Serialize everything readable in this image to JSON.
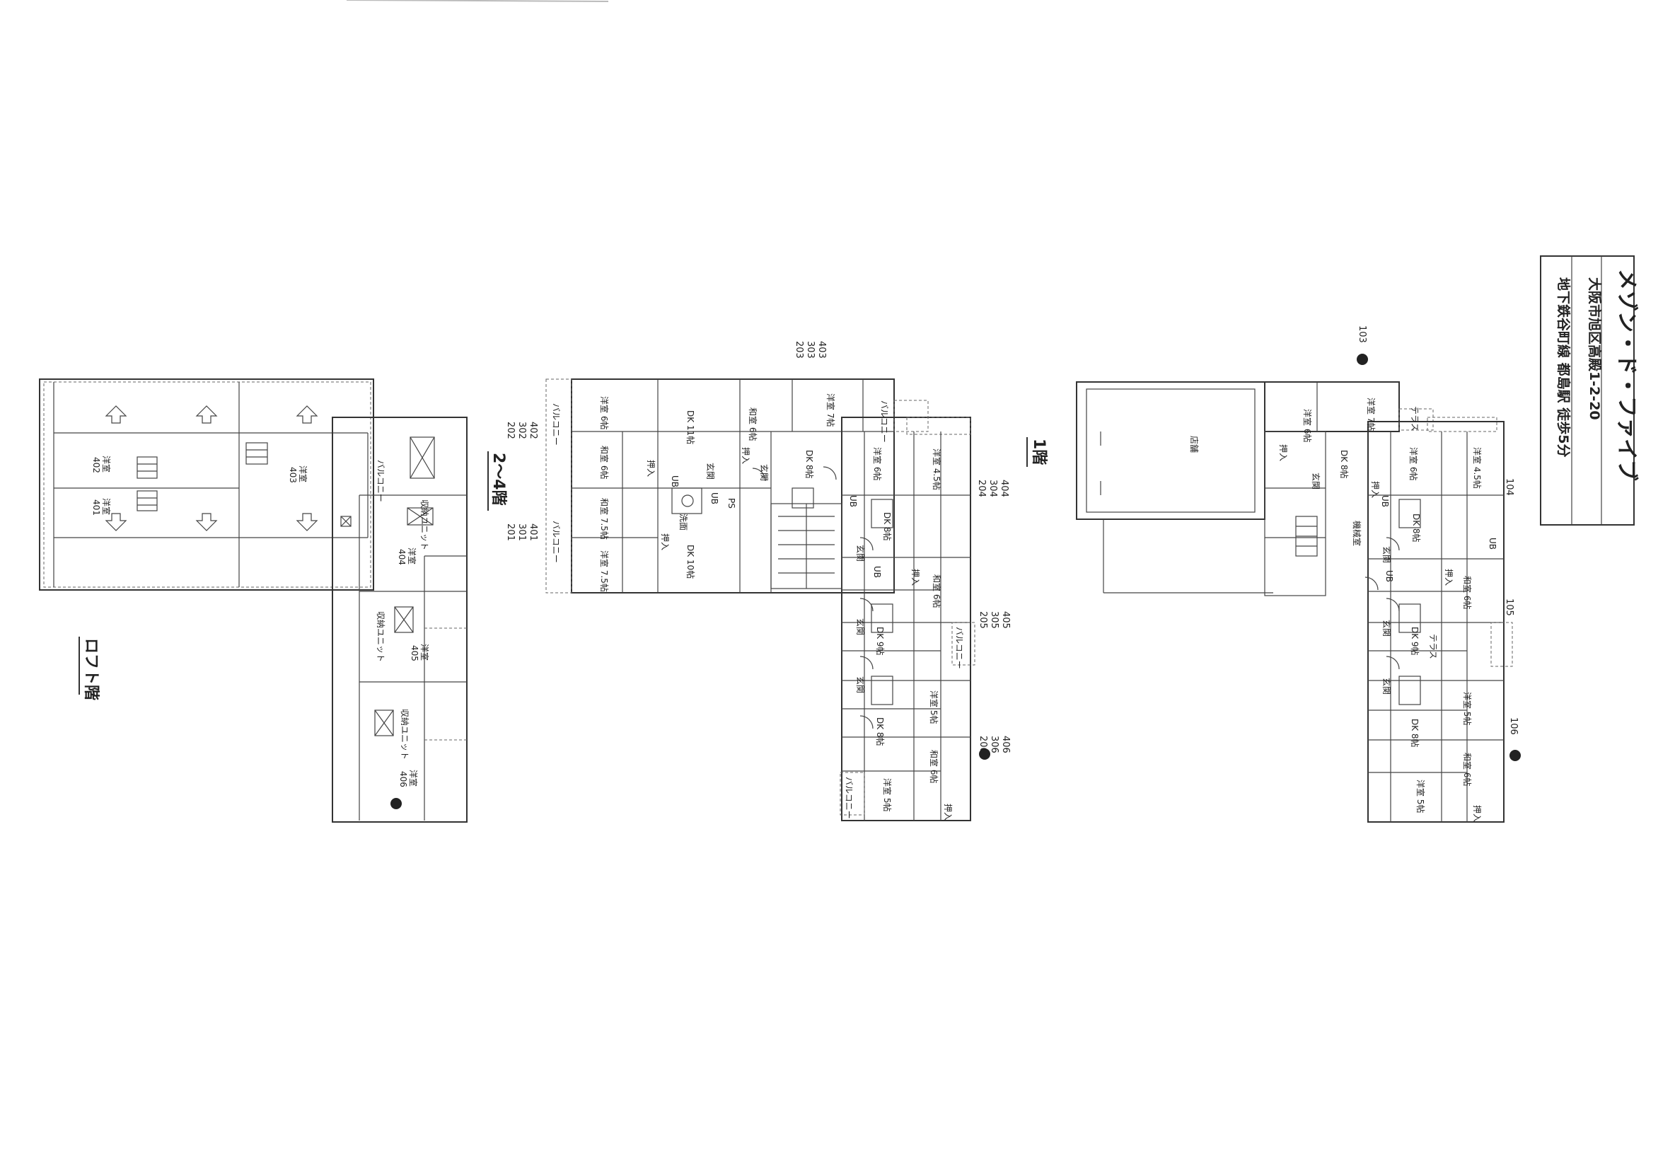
{
  "title_box": {
    "building_name": "メゾン・ド・ファイブ",
    "address": "大阪市旭区高殿1-2-20",
    "access": "地下鉄谷町線 都島駅 徒歩5分"
  },
  "floor_labels": {
    "loft": "ロフト階",
    "floors_2_4": "2～4階",
    "floor_1": "1階"
  },
  "loft": {
    "units": [
      "402",
      "401",
      "403",
      "404",
      "405",
      "406"
    ],
    "room_label": "洋室",
    "storage_label": "収納ユニット",
    "balcony_label": "バルコニー"
  },
  "upper": {
    "unit_groups": [
      [
        "203",
        "303",
        "403"
      ],
      [
        "202",
        "302",
        "402"
      ],
      [
        "201",
        "301",
        "401"
      ],
      [
        "204",
        "304",
        "404"
      ],
      [
        "205",
        "305",
        "405"
      ],
      [
        "206",
        "306",
        "406"
      ]
    ],
    "rooms": {
      "yoshitsu_6": "洋室 6帖",
      "dk_11": "DK 11帖",
      "washitsu_6": "和室 6帖",
      "yoshitsu_7": "洋室 7帖",
      "washitsu_6b": "和室 6帖",
      "dk_8": "DK 8帖",
      "yoshitsu_6b": "洋室 6帖",
      "yoshitsu_45": "洋室 4.5帖",
      "washitsu_75": "和室 7.5帖",
      "yoshitsu_75": "洋室 7.5帖",
      "dk_10": "DK 10帖",
      "dk_8b": "DK 8帖",
      "washitsu_6c": "和室 6帖",
      "dk_9": "DK 9帖",
      "yoshitsu_5": "洋室 5帖",
      "dk_8c": "DK 8帖",
      "washitsu_6d": "和室 6帖",
      "yoshitsu_5b": "洋室 5帖"
    },
    "labels": {
      "oshiire": "押入",
      "genkan": "玄関",
      "ub": "UB",
      "ps": "PS",
      "senmen": "洗面",
      "balcony": "バルコニー"
    }
  },
  "ground": {
    "units": [
      "103",
      "104",
      "105",
      "106"
    ],
    "shop_label": "店舗",
    "machine_room": "機械室",
    "terrace": "テラス",
    "rooms": {
      "yoshitsu_6": "洋室 6帖",
      "yoshitsu_7": "洋室 7帖",
      "dk_8": "DK 8帖",
      "yoshitsu_6b": "洋室 6帖",
      "yoshitsu_45": "洋室 4.5帖",
      "dk_8b": "DK 8帖",
      "washitsu_6": "和室 6帖",
      "dk_9": "DK 9帖",
      "yoshitsu_5": "洋室 5帖",
      "dk_8c": "DK 8帖",
      "washitsu_6b": "和室 6帖",
      "yoshitsu_5b": "洋室 5帖"
    },
    "labels": {
      "oshiire": "押入",
      "genkan": "玄関",
      "ub": "UB"
    }
  }
}
